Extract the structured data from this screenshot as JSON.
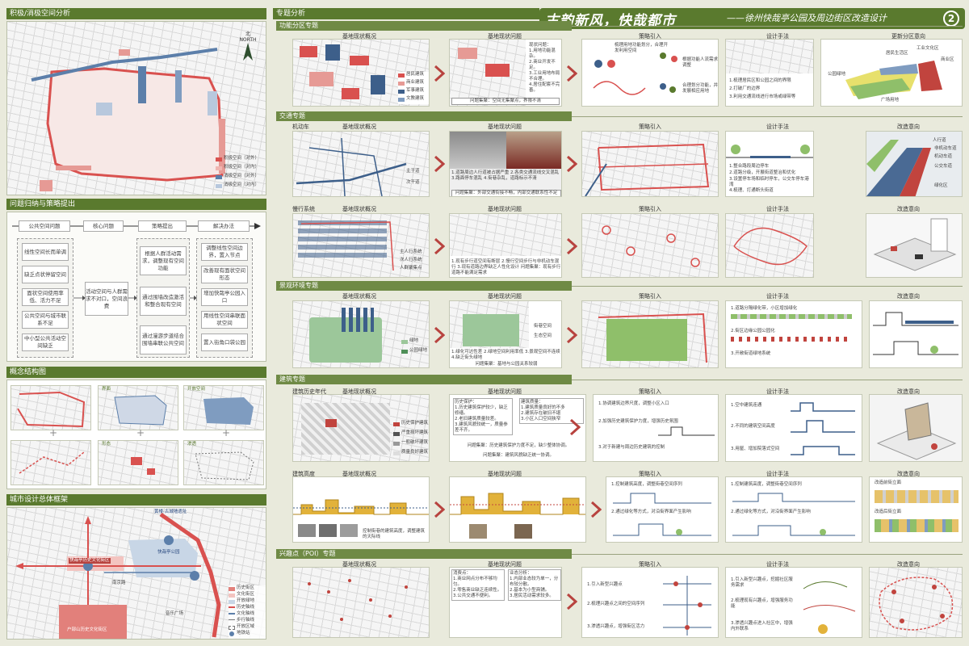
{
  "title": {
    "main": "古韵新风，快哉都市",
    "sub": "——徐州快哉亭公园及周边街区改造设计",
    "page_num": "2"
  },
  "left": {
    "sec1": "积极/消极空间分析",
    "north": "北",
    "north_en": "NORTH",
    "legend1": [
      "积极空间（对外）",
      "积极空间（对内）",
      "消极空间（对外）",
      "消极空间（对内）"
    ],
    "sec2": "问题归纳与策略提出",
    "flow_heads": [
      "公共空间问题",
      "核心问题",
      "策略提出",
      "解决办法"
    ],
    "problems": [
      "线性空间长而单调",
      "缺乏点状停留空间",
      "面状空间使用率低、活力不足",
      "公共空间与城市联系不足",
      "中小型公共活动空间缺乏"
    ],
    "core": "活动空间与人群需求不对口，空间浪费",
    "strategies": [
      "根据人群活动需求，调整现有空间功能",
      "通过围墙改造激活和整合现有空间",
      "通过漫游步道结合围墙串联公共空间"
    ],
    "solutions": [
      "调整线性空间边界，置入节点",
      "改善现有面状空间形态",
      "增加快哉亭公园入口",
      "用线性空间串联面状空间",
      "置入街角口袋公园"
    ],
    "sec3": "概念结构图",
    "concept_labels": [
      "界面",
      "开放空间",
      "形态",
      "渗透"
    ],
    "sec4": "城市设计总体框架",
    "frame_labels": [
      "黄楼·古城墙遗址",
      "快哉亭公园",
      "快哉亭历史文化街区",
      "户部山历史文化街区",
      "音乐广场",
      "南京路"
    ],
    "legend2": [
      "历史街区",
      "文化街区",
      "开放绿地",
      "历史轴线",
      "文化轴线",
      "步行轴线",
      "开放区域",
      "地铁站"
    ]
  },
  "right": {
    "sec": "专题分析",
    "col_heads": [
      "基地现状概况",
      "基地现状问题",
      "策略引入",
      "设计手法",
      "更新分区意向"
    ],
    "col_heads2": [
      "基地现状概况",
      "基地现状问题",
      "策略引入",
      "设计手法",
      "改造意向"
    ],
    "topics": [
      "功能分区专题",
      "交通专题",
      "景观环境专题",
      "建筑专题",
      "兴趣点（POI）专题"
    ],
    "row_labels": [
      "机动车",
      "慢行系统",
      "建筑历史年代",
      "建筑高度"
    ],
    "func_legend": [
      "居民建筑",
      "商业建筑",
      "军事建筑",
      "文教建筑"
    ],
    "func_problem_note": "现状问题：\n1.用地功能混杂。\n2.商业开发不足。\n3.工业用地布局不合理。\n4.居住配套不完善。",
    "func_problem_bar": "问题集聚：空间无集聚点，界限不清",
    "func_strategy": [
      "梳理用地功能划分，合理开发利用空间",
      "根据功能人流需求调整",
      "合理划分功能，并发展相应用地"
    ],
    "func_method": [
      "1.梳理居民区和公园之间的界限",
      "2.打破厂的边界",
      "3.利用交通流线进行市场或绿带等"
    ],
    "func_intent": [
      "居民生活区",
      "公园绿地",
      "工业文化区",
      "商业区",
      "广场用地"
    ],
    "traffic_legend": [
      "主干道",
      "次干道"
    ],
    "traffic_problem": "1.道路周边人行道被占据严重 2.各类交通流线交叉混乱 3.路面停车混乱 4.街巷杂乱，道路标示不清",
    "traffic_problem_bar": "问题集聚：外部交通衔接不畅，内部交通联系性不足",
    "traffic_method": [
      "1.整合路段周边停车",
      "2.道路分级，开展街道整治和优化",
      "3.设置停车场和临时停车，公交车停车港湾",
      "4.梳理、打通断头街道"
    ],
    "traffic_intent": [
      "人行道",
      "非机动车道",
      "机动车道",
      "公交车道",
      "绿化区"
    ],
    "slow_legend": [
      "主人行系统",
      "次人行系统",
      "人群聚集点"
    ],
    "slow_problem": "1.现有步行道空间有断层 2.慢行空间步行与非机动车混行 3.现有道路边界缺乏人性化设计 问题集聚：现有步行道路不能满足需求",
    "landscape_legend": [
      "绿地",
      "公园绿地"
    ],
    "landscape_problem": "1.绿化可达性差 2.绿地空间利用率低 3.景观空间不连续 4.缺乏街头绿地",
    "landscape_problem_labels": [
      "街巷空间",
      "生态空间"
    ],
    "landscape_problem_bar": "问题集聚：基地与公园关系较弱",
    "landscape_method": [
      "1.道路分隔绿化带，小区增加绿化",
      "2.街区边缘公园公园化",
      "3.开敞街道绿地系统"
    ],
    "building_legend": [
      "历史保护建筑",
      "严重损坏建筑",
      "一般破坏建筑",
      "质量良好建筑"
    ],
    "building_problem_left": "历史保护：\n1.历史建筑保护较少，缺乏修缮。\n2.老旧建筑质量较差。\n3.建筑风貌较统一，质量参差不齐。",
    "building_problem_right": "建筑质量：\n1.建筑质量良好的不多\n2.建筑存在破旧不堪\n3.小区入口空间狭窄",
    "building_problem_bar": "问题集聚：历史建筑保护力度不足，缺少整体协调。",
    "building_problem_bar2": "问题集聚：建筑风貌缺乏统一协调。",
    "building_strategy": [
      "1.协调建筑边界尺度，调整小区入口",
      "2.加强历史建筑保护力度，增强历史氛围",
      "3.对于新建与周边历史建筑的控制"
    ],
    "building_method": [
      "1.空中建筑连通",
      "2.不同的建筑空间高度",
      "3.用屋、增加院落式空间"
    ],
    "height_note": [
      "控制街巷的建筑高度，调整建筑的天际线"
    ],
    "height_strategy": [
      "1.控制建筑高度，调整街巷空间序列",
      "2.通过绿化等方式，对沿街界面产生影响"
    ],
    "height_method": [
      "1.控制建筑高度，调整街巷空间序列",
      "2.通过绿化等方式，对沿街界面产生影响"
    ],
    "height_intent": [
      "改造前街立面",
      "改造后街立面"
    ],
    "poi_problem_left": "消费点：\n1.商业网点分布不够均匀。\n2.零售商业缺乏连续性。\n3.公共交通不便利。",
    "poi_problem_right": "业态分析：\n1.内部业态较为单一，分布较分散。\n2.基本为小型商铺。\n3.居民活动需求较多。",
    "poi_strategy": [
      "1.引入新型兴趣点",
      "2.梳理兴趣点之间的空间序列",
      "3.渗透兴趣点，增强街区活力"
    ],
    "poi_method": [
      "1.引入新型兴趣点，挖掘社区服务需求",
      "2.梳理现有兴趣点，增强服务功能",
      "3.渗透兴趣点进入社区中，增强内外联系"
    ]
  }
}
